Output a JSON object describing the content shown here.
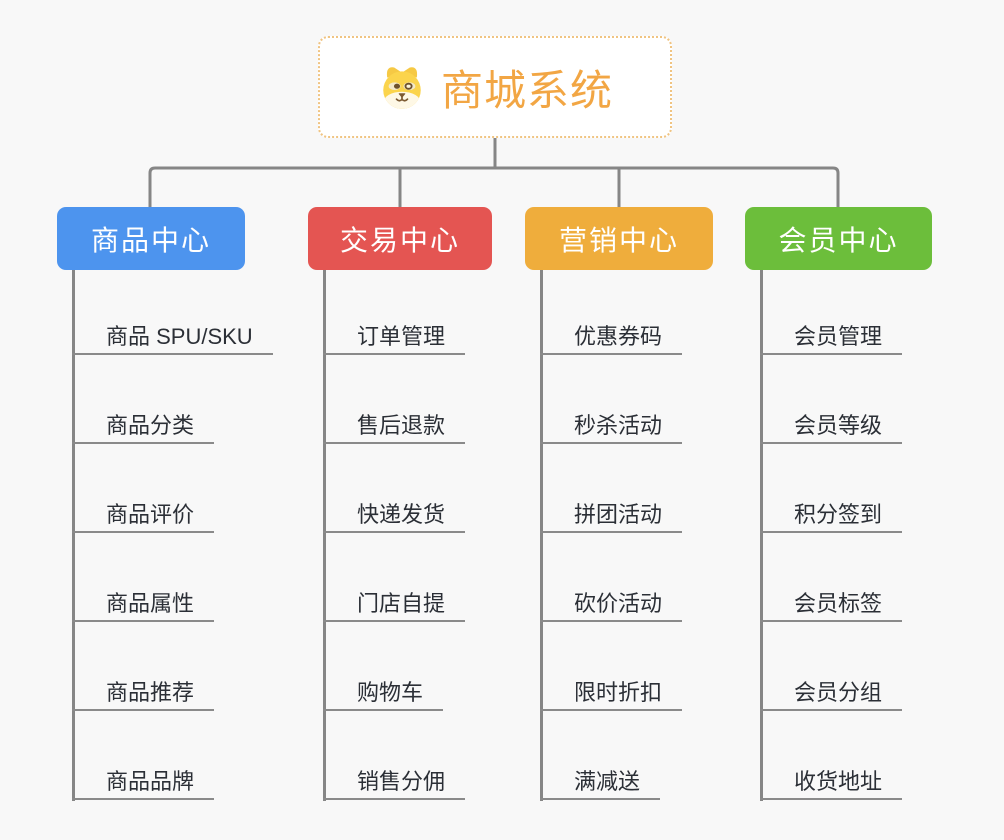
{
  "canvas": {
    "background_color": "#f8f8f8",
    "connector_color": "#868686",
    "underline_color": "#8a8a8a",
    "leaf_text_color": "#2b2f36"
  },
  "root": {
    "title": "商城系统",
    "icon": "doge-icon",
    "text_color": "#f2a644",
    "border_color": "#f0c482",
    "background_color": "#ffffff"
  },
  "branches": [
    {
      "label": "商品中心",
      "color": "#4d94ee",
      "items": [
        "商品 SPU/SKU",
        "商品分类",
        "商品评价",
        "商品属性",
        "商品推荐",
        "商品品牌"
      ]
    },
    {
      "label": "交易中心",
      "color": "#e45552",
      "items": [
        "订单管理",
        "售后退款",
        "快递发货",
        "门店自提",
        "购物车",
        "销售分佣"
      ]
    },
    {
      "label": "营销中心",
      "color": "#efad3c",
      "items": [
        "优惠券码",
        "秒杀活动",
        "拼团活动",
        "砍价活动",
        "限时折扣",
        "满减送"
      ]
    },
    {
      "label": "会员中心",
      "color": "#6cbe3b",
      "items": [
        "会员管理",
        "会员等级",
        "积分签到",
        "会员标签",
        "会员分组",
        "收货地址"
      ]
    }
  ]
}
